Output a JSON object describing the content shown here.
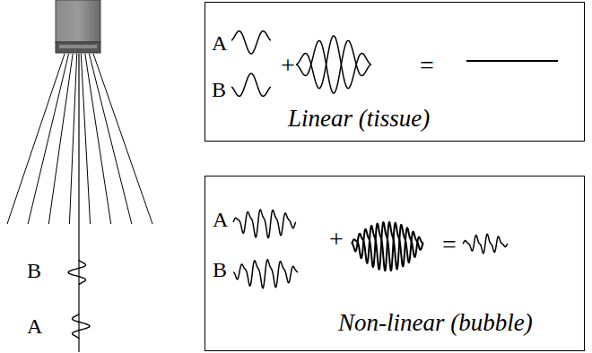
{
  "diagram": {
    "nodes": [
      {
        "text": [
          "A",
          "B",
          "+",
          "=",
          "Linear (tissue)"
        ]
      },
      {
        "text": [
          "A",
          "B",
          "+",
          "=",
          "Non-linear (bubble)"
        ]
      }
    ],
    "labels": [
      "B",
      "A"
    ]
  }
}
